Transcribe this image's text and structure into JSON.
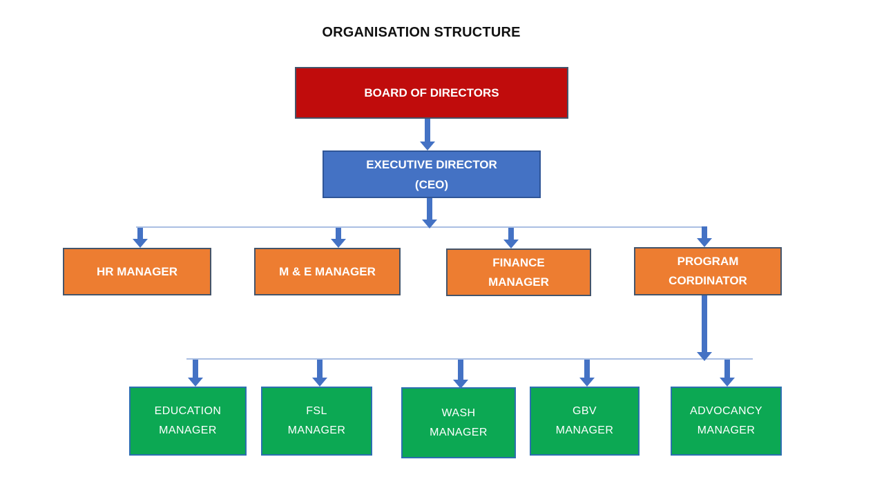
{
  "title": "ORGANISATION STRUCTURE",
  "colors": {
    "red": "#C00C0C",
    "blue": "#4472C4",
    "orange": "#ED7D31",
    "green": "#0CA853",
    "arrow": "#4472C4",
    "connector": "#A9BEE2",
    "borderDark": "#44546A",
    "borderBlue": "#2F5597",
    "borderGreen": "#2C6FB0",
    "titleColor": "#111111",
    "textColor": "#FFFFFF"
  },
  "nodes": {
    "board": {
      "label": "BOARD OF DIRECTORS"
    },
    "executive": {
      "line1": "EXECUTIVE DIRECTOR",
      "line2": "(CEO)"
    },
    "hr": {
      "label": "HR MANAGER"
    },
    "me": {
      "label": "M & E MANAGER"
    },
    "finance": {
      "line1": "FINANCE",
      "line2": "MANAGER"
    },
    "program": {
      "line1": "PROGRAM",
      "line2": "CORDINATOR"
    },
    "education": {
      "line1": "EDUCATION",
      "line2": "MANAGER"
    },
    "fsl": {
      "line1": "FSL",
      "line2": "MANAGER"
    },
    "wash": {
      "line1": "WASH",
      "line2": "MANAGER"
    },
    "gbv": {
      "line1": "GBV",
      "line2": "MANAGER"
    },
    "advocacy": {
      "line1": "ADVOCANCY",
      "line2": "MANAGER"
    }
  }
}
